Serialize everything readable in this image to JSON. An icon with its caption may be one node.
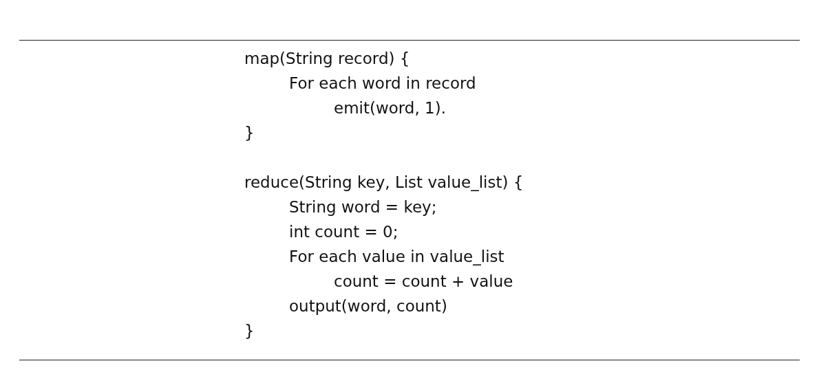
{
  "diagram": {
    "labels": [
      "map(String record) {",
      "For each word in record",
      "emit(word, 1).",
      "}",
      "reduce(String key, List value_list) {",
      "String word = key;",
      "int count = 0;",
      "For each value in value_list",
      "count = count + value",
      "output(word, count)",
      "}"
    ]
  }
}
